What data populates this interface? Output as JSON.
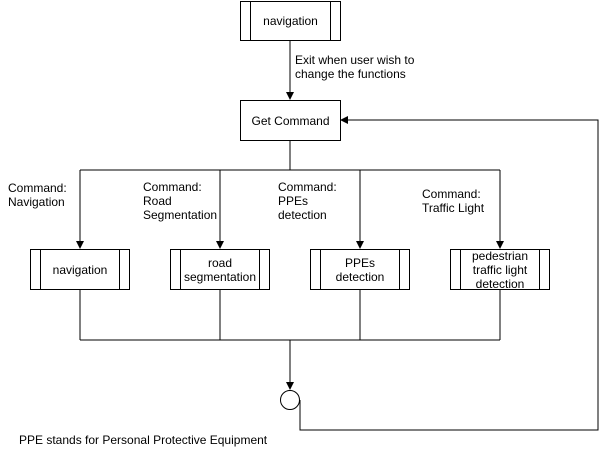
{
  "diagram": {
    "nodes": {
      "top_navigation": "navigation",
      "get_command": "Get Command",
      "navigation": "navigation",
      "road_segmentation": "road\nsegmentation",
      "ppe_detection": "PPEs\ndetection",
      "traffic_light": "pedestrian\ntraffic light\ndetection"
    },
    "edge_labels": {
      "exit": "Exit when user wish to\nchange the functions",
      "cmd_navigation": "Command:\nNavigation",
      "cmd_road": "Command:\nRoad\nSegmentation",
      "cmd_ppe": "Command:\nPPEs\ndetection",
      "cmd_traffic": "Command:\nTraffic Light"
    },
    "footnote": "PPE stands for Personal Protective Equipment",
    "colors": {
      "line": "#000000",
      "fill": "#ffffff"
    }
  }
}
